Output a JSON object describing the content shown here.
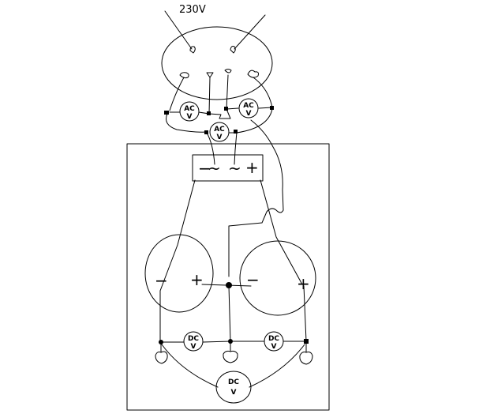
{
  "supply": {
    "voltage": "230V"
  },
  "ac_meters": [
    {
      "id": "left",
      "unit": "AC",
      "symbol": "V"
    },
    {
      "id": "right",
      "unit": "AC",
      "symbol": "V"
    },
    {
      "id": "bottom",
      "unit": "AC",
      "symbol": "V"
    }
  ],
  "rectifier": {
    "terminals": [
      "−",
      "~",
      "~",
      "+"
    ]
  },
  "cells": [
    {
      "id": "left",
      "neg": "−",
      "pos": "+"
    },
    {
      "id": "right",
      "neg": "−",
      "pos": "+"
    }
  ],
  "dc_meters": [
    {
      "id": "left",
      "unit": "DC",
      "symbol": "V"
    },
    {
      "id": "right",
      "unit": "DC",
      "symbol": "V"
    },
    {
      "id": "total",
      "unit": "DC",
      "symbol": "V"
    }
  ]
}
